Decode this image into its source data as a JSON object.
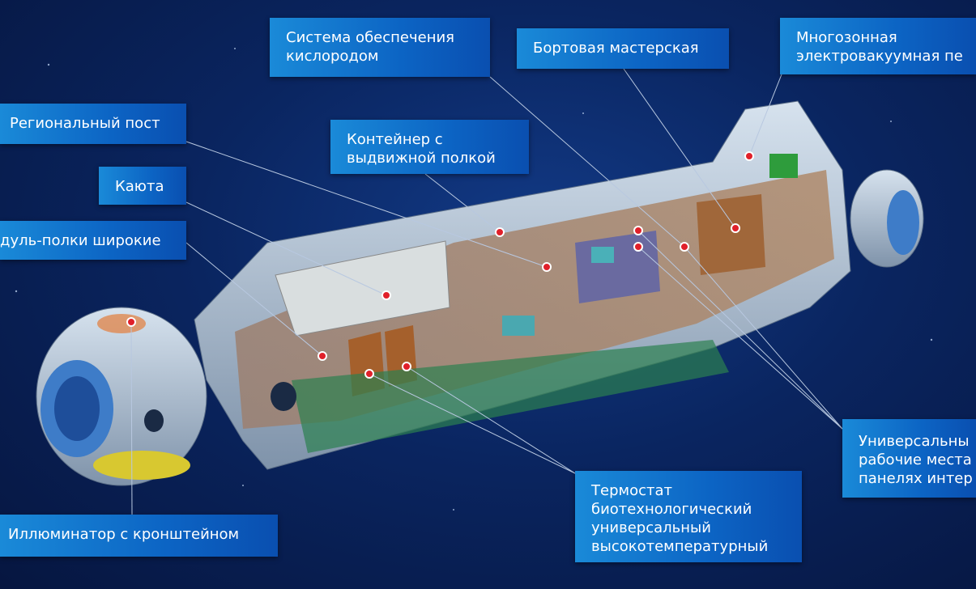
{
  "labels": {
    "oxygen": [
      "Система обеспечения",
      "кислородом"
    ],
    "workshop": [
      "Бортовая мастерская"
    ],
    "furnace": [
      "Многозонная",
      "электровакуумная пе"
    ],
    "regional_post": [
      "Региональный пост"
    ],
    "container": [
      "Контейнер с",
      "выдвижной полкой"
    ],
    "cabin": [
      "Каюта"
    ],
    "shelves": [
      "дуль-полки широкие"
    ],
    "workplaces": [
      "Универсальны",
      "рабочие места",
      "панелях интер"
    ],
    "thermostat": [
      "Термостат",
      "биотехнологический",
      "универсальный",
      "высокотемпературный"
    ],
    "porthole": [
      "Иллюминатор с кронштейном"
    ]
  },
  "colors": {
    "label_bg": "#0c64c4",
    "marker": "#e0202a",
    "background": "#0a2560"
  }
}
